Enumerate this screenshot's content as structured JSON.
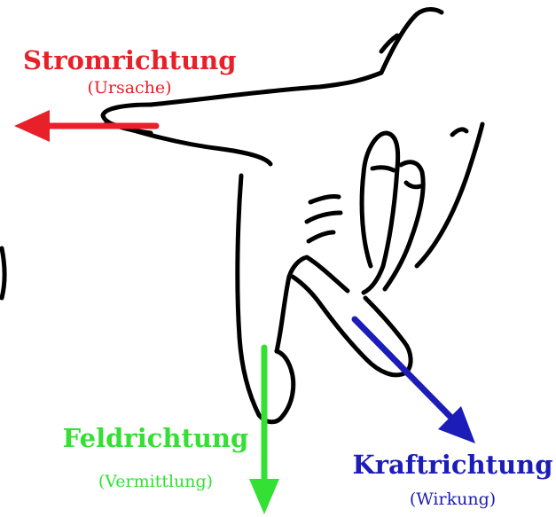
{
  "labels": {
    "current": {
      "title": "Stromrichtung",
      "subtitle": "(Ursache)",
      "color": "#e8202a"
    },
    "field": {
      "title": "Feldrichtung",
      "subtitle": "(Vermittlung)",
      "color": "#33e033"
    },
    "force": {
      "title": "Kraftrichtung",
      "subtitle": "(Wirkung)",
      "color": "#1c1cb8"
    }
  },
  "colors": {
    "outline": "#000000",
    "background": "#ffffff"
  }
}
